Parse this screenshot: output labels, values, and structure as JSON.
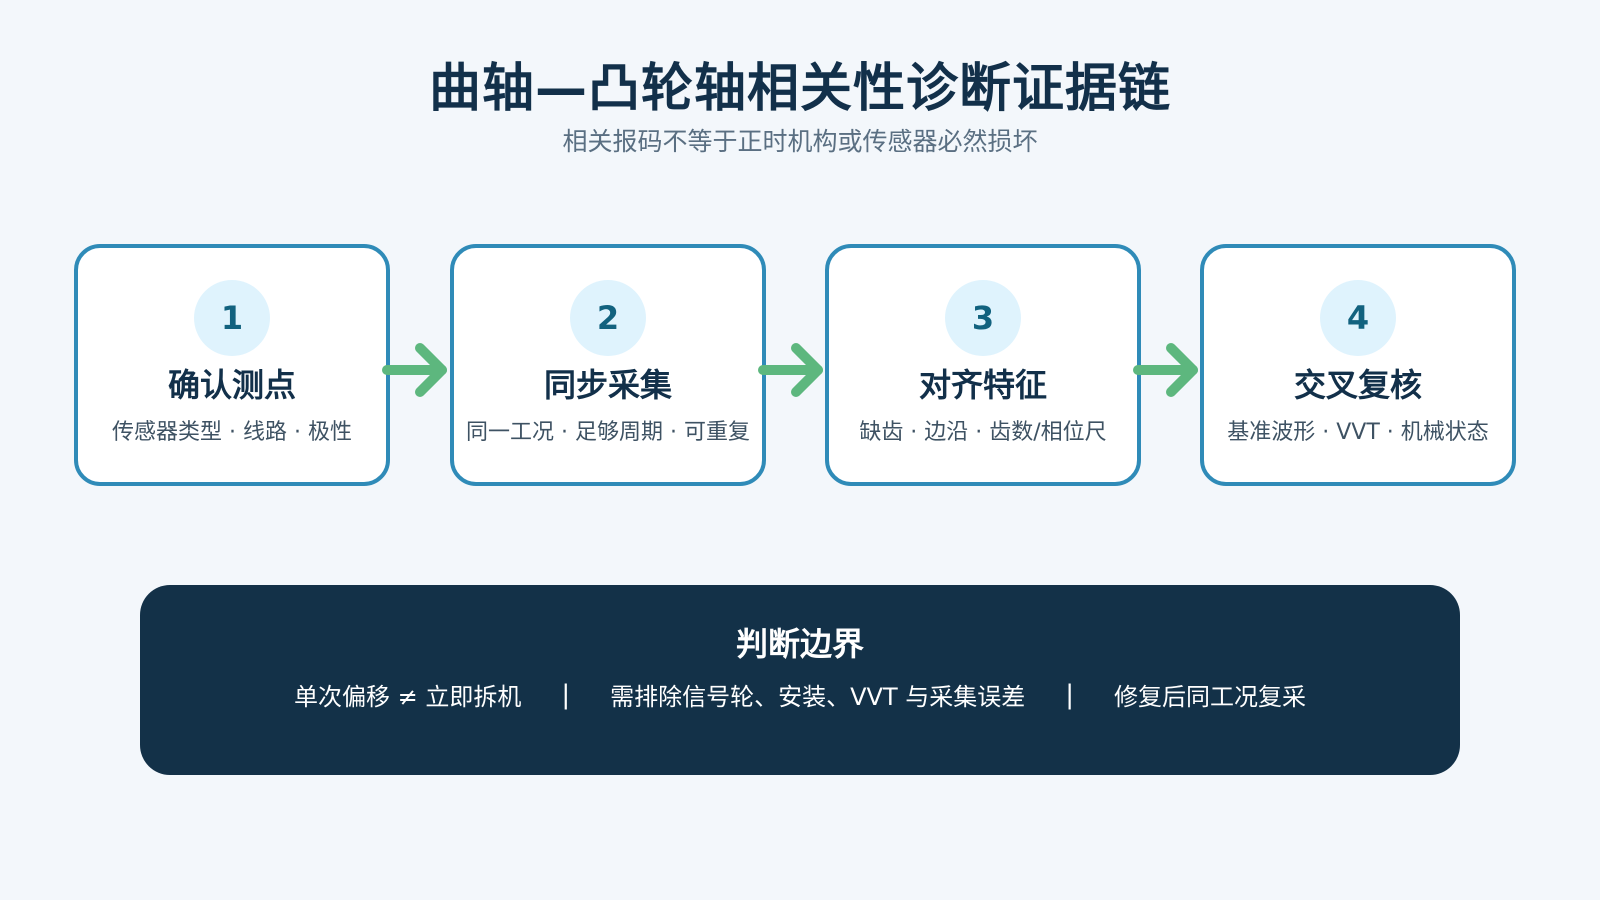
{
  "title": "曲轴—凸轮轴相关性诊断证据链",
  "subtitle": "相关报码不等于正时机构或传感器必然损坏",
  "steps": [
    {
      "number": "1",
      "title": "确认测点",
      "detail": "传感器类型 · 线路 · 极性"
    },
    {
      "number": "2",
      "title": "同步采集",
      "detail": "同一工况 · 足够周期 · 可重复"
    },
    {
      "number": "3",
      "title": "对齐特征",
      "detail": "缺齿 · 边沿 · 齿数/相位尺"
    },
    {
      "number": "4",
      "title": "交叉复核",
      "detail": "基准波形 · VVT · 机械状态"
    }
  ],
  "panel": {
    "title": "判断边界",
    "items": [
      "单次偏移 ≠ 立即拆机",
      "需排除信号轮、安装、VVT 与采集误差",
      "修复后同工况复采"
    ],
    "separator": "|"
  },
  "colors": {
    "background": "#f3f7fb",
    "card_border": "#2f8bb8",
    "number_bg": "#dff3fd",
    "arrow": "#5db77e",
    "panel_bg": "#133148",
    "title": "#12304a"
  },
  "icons": {
    "connector": "arrow-right-icon"
  }
}
